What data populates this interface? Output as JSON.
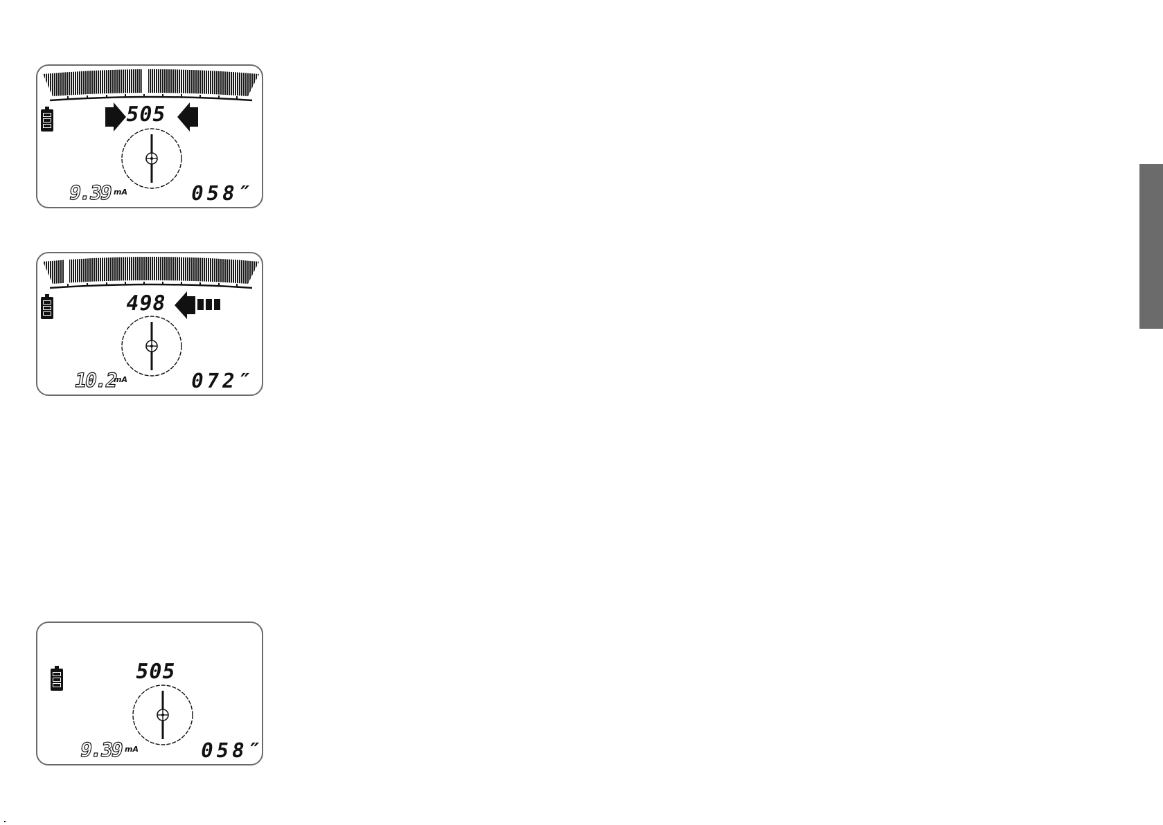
{
  "screens": [
    {
      "signal": "505",
      "current_value": "9.39",
      "current_unit": "mA",
      "depth": "058″",
      "guidance": "arrows-inward-centered",
      "bar_graph": "peak-centered"
    },
    {
      "signal": "498",
      "current_value": "10.2",
      "current_unit": "mA",
      "depth": "072″",
      "guidance": "arrow-left",
      "bar_graph": "offset-left"
    },
    {
      "signal": "505",
      "current_value": "9.39",
      "current_unit": "mA",
      "depth": "058″",
      "guidance": "none",
      "bar_graph": "hidden"
    }
  ],
  "icons": {
    "battery": "battery-full-icon",
    "target": "crosshair-compass-icon",
    "arrow_right": "right-arrow-icon",
    "arrow_left": "left-arrow-icon"
  },
  "colors": {
    "lcd_border": "#6a6a6a",
    "segment": "#111111",
    "side_tab": "#6b6b6b"
  }
}
